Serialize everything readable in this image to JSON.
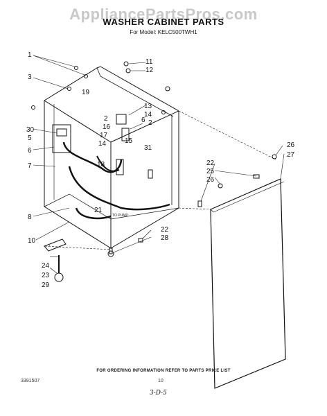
{
  "watermark": "AppliancePartsPros.com",
  "title": "WASHER CABINET PARTS",
  "model": "For Model: KELC500TWH1",
  "footer": {
    "ordering": "FOR ORDERING INFORMATION REFER TO PARTS PRICE LIST",
    "doc_code": "3391507",
    "page": "10",
    "handwritten": "3-D-5"
  },
  "callouts": {
    "c1": "1",
    "c3": "3",
    "c30": "30",
    "c5": "5",
    "c6a": "6",
    "c7": "7",
    "c8": "8",
    "c10": "10",
    "c24": "24",
    "c23": "23",
    "c29": "29",
    "c19": "19",
    "c2a": "2",
    "c16": "16",
    "c17": "17",
    "c14a": "14",
    "c18": "18",
    "c15": "15",
    "c21": "21",
    "c11": "11",
    "c12": "12",
    "c13": "13",
    "c14b": "14",
    "c2b": "2",
    "c6b": "6",
    "c31": "31",
    "c22a": "22",
    "c25": "25",
    "c26a": "26",
    "c22b": "22",
    "c28": "28",
    "c26b": "26",
    "c27": "27"
  },
  "pump_label": "TO PUMP"
}
